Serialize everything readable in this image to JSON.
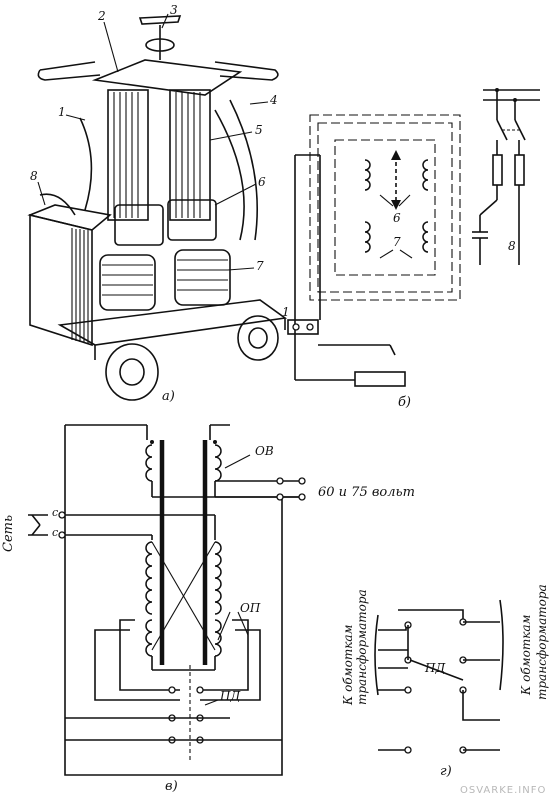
{
  "panels": {
    "a": {
      "label": "а)",
      "callouts": [
        "1",
        "2",
        "3",
        "4",
        "5",
        "6",
        "7",
        "8"
      ]
    },
    "b": {
      "label": "б)",
      "callouts": {
        "terminal": "1",
        "primary_coils": "6",
        "secondary_coils": "7",
        "capacitor": "8"
      }
    },
    "v": {
      "label": "в)",
      "ov_label": "ОВ",
      "op_label": "ОП",
      "pd_label": "ПД",
      "network_label": "Сеть",
      "phase_1": "с",
      "phase_2": "с",
      "voltage_label": "60 и 75 вольт"
    },
    "g": {
      "label": "г)",
      "left_caption_1": "К обмоткам",
      "left_caption_2": "трансформатора",
      "right_caption_1": "К обмоткам",
      "right_caption_2": "трансформатора",
      "pd_label": "ПД"
    }
  },
  "watermark": "OSVARKE.INFO"
}
